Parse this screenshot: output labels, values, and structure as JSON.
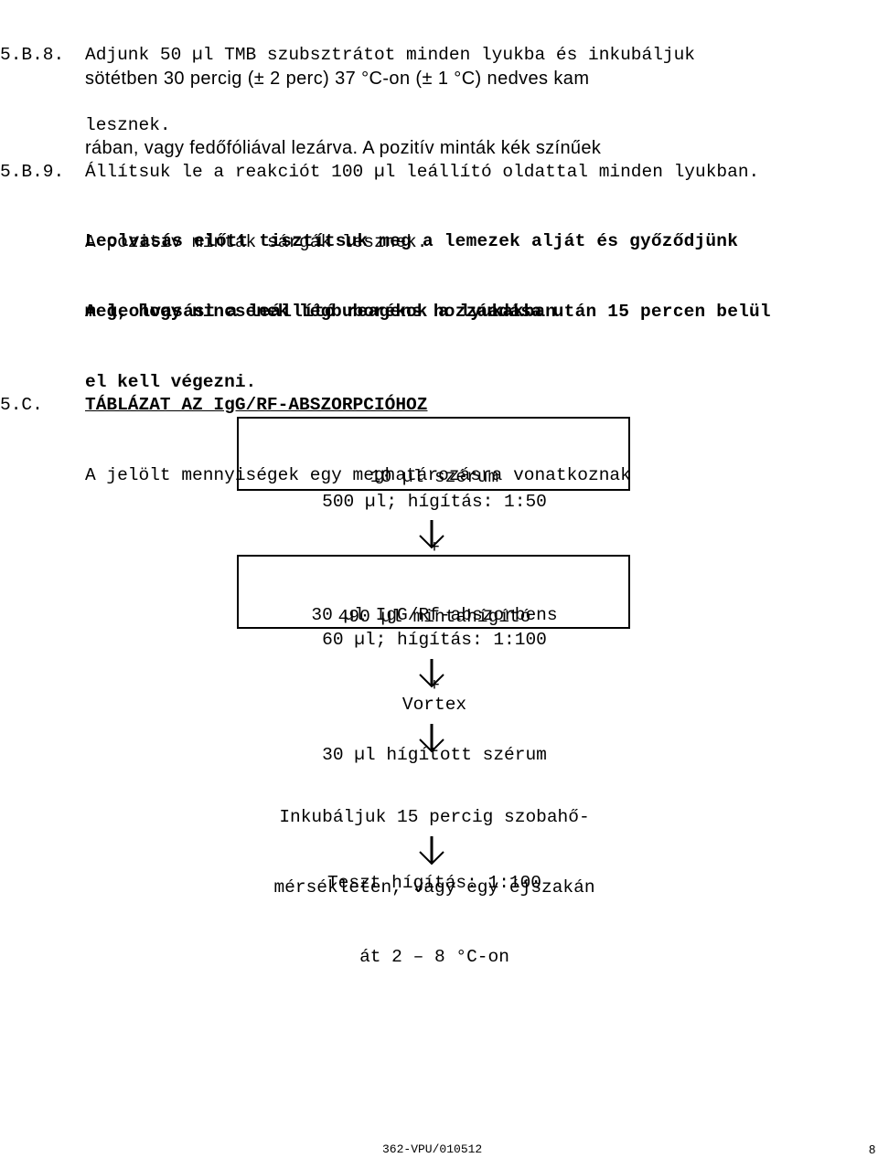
{
  "paragraphs": {
    "p58": {
      "number": "5.B.8.",
      "lines": [
        "Adjunk 50 µl TMB szubsztrátot minden lyukba és inkubáljuk",
        "sötétben 30 percig (± 2 perc) 37 °C-on (± 1 °C) nedves kam",
        "rában, vagy fedőfóliával lezárva. A pozitív minták kék színűek",
        "lesznek."
      ]
    },
    "p59": {
      "number": "5.B.9.",
      "lines": [
        "Állítsuk le a reakciót 100 µl leállító oldattal minden lyukban.",
        "A pozitív minták sárgák lesznek."
      ]
    },
    "note1": [
      "Leolvasás előtt tisztítsuk meg a lemezek alját és győződjünk",
      "meg, hogy nincsenek légbuborékok a lyukakban."
    ],
    "note2": [
      "A leolvasást a leállító reagens hozzáadása után 15 percen belül",
      "el kell végezni."
    ]
  },
  "section": {
    "number": "5.C.",
    "title": "TÁBLÁZAT AZ IgG/RF-ABSZORPCIÓHOZ",
    "subtitle": "A jelölt mennyiségek egy meghatározásra vonatkoznak"
  },
  "flowchart": {
    "box1": {
      "line1": "10 µl szérum",
      "plus": "+",
      "line2": "490 µl mintahígító"
    },
    "result1": "500 µl; hígítás: 1:50",
    "box2": {
      "line1": "30 µl IgG/Rf-abszorbens",
      "plus": "+",
      "line2": "30 µl hígított szérum"
    },
    "result2": "60 µl; hígítás: 1:100",
    "step3": "Vortex",
    "step4": [
      "Inkubáljuk 15 percig szobahő-",
      "mérsékleten, vagy egy éjszakán",
      "át 2 – 8 °C-on"
    ],
    "step5": "Teszt hígítás: 1:100",
    "arrow_icon": "down-arrow-icon"
  },
  "footer": {
    "code": "362-VPU/010512",
    "page": "8"
  }
}
